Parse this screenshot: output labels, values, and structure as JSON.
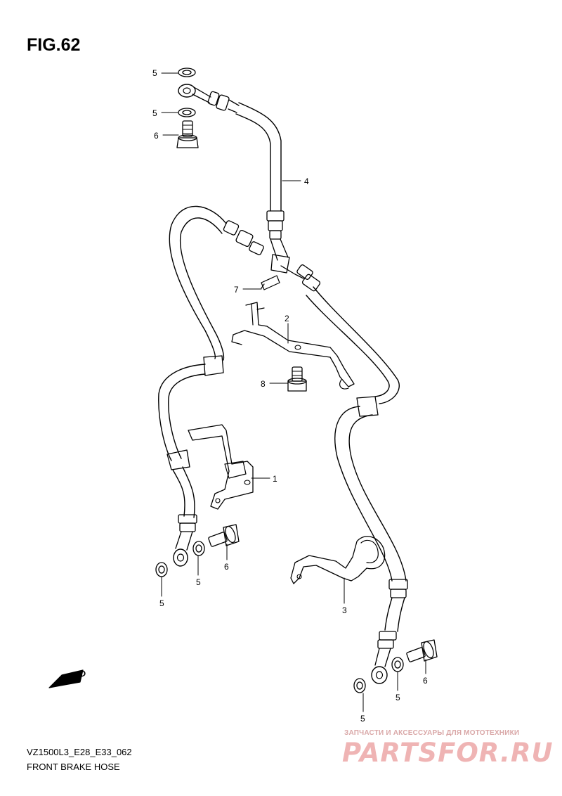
{
  "figure": {
    "title": "FIG.62",
    "model_code": "VZ1500L3_E28_E33_062",
    "caption": "FRONT BRAKE HOSE"
  },
  "direction_marker": {
    "label": "FWD",
    "icon": "fwd-arrow-icon"
  },
  "callouts": [
    "5",
    "5",
    "6",
    "4",
    "7",
    "2",
    "8",
    "1",
    "6",
    "5",
    "5",
    "3",
    "6",
    "5",
    "5"
  ],
  "watermark": {
    "tagline": "ЗАПЧАСТИ И АКСЕССУАРЫ ДЛЯ МОТОТЕХНИКИ",
    "brand": "PARTSFOR.RU",
    "color": "#efb4b4"
  },
  "colors": {
    "line": "#000000",
    "background": "#ffffff"
  }
}
